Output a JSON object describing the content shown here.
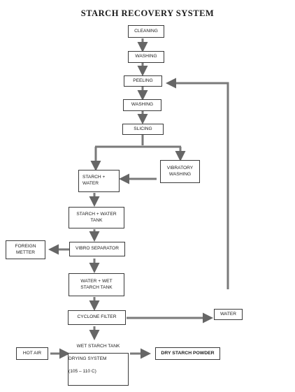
{
  "title": "STARCH RECOVERY SYSTEM",
  "nodes": {
    "cleaning": "CLEANING",
    "washing1": "WASHING",
    "peeling": "PEELING",
    "washing2": "WASHING",
    "slicing": "SLICING",
    "vibratory": "VIBRATORY\nWASHING",
    "starch_water": "STARCH +\nWATER",
    "starch_water_tank": "STARCH  +  WATER\nTANK",
    "vibro_separator": "VIBRO SEPARATOR",
    "foreign_metter": "FOREIGN\nMETTER",
    "water_wet_starch_tank": "WATER + WET\nSTARCH  TANK",
    "cyclone_filter": "CYCLONE FILTER",
    "water_out": "WATER",
    "hot_air": "HOT AIR",
    "wet_starch_tank": "WET STARCH TANK",
    "drying_system": "DRYING SYSTEM",
    "drying_temp": "(105 – 110 C)",
    "dry_starch_powder": "DRY STARCH POWDER"
  }
}
